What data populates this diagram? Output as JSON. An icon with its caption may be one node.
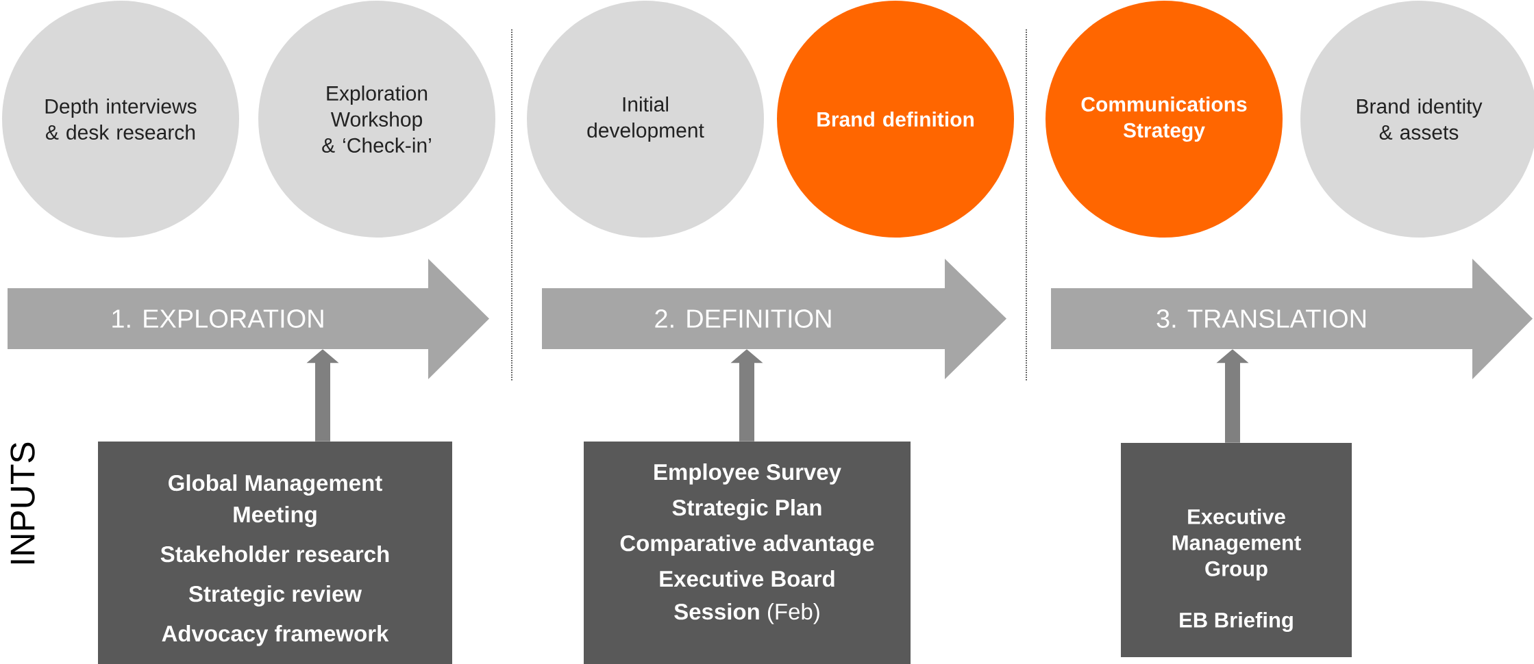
{
  "diagram": {
    "nodes": [
      {
        "text": [
          "Depth interviews & desk research"
        ]
      },
      {
        "text": [
          "Exploration Workshop & ‘Check-in’"
        ]
      },
      {
        "text": [
          "Initial development"
        ]
      },
      {
        "text": [
          "Brand definition"
        ]
      },
      {
        "text": [
          "Communications Strategy"
        ]
      },
      {
        "text": [
          "Brand identity & assets"
        ]
      },
      {
        "text": [
          "1. EXPLORATION"
        ]
      },
      {
        "text": [
          "2. DEFINITION"
        ]
      },
      {
        "text": [
          "3. TRANSLATION"
        ]
      },
      {
        "text": [
          "Global Management Meeting",
          "Stakeholder research",
          "Strategic review",
          "Advocacy framework"
        ]
      },
      {
        "text": [
          "Employee Survey",
          "Strategic Plan",
          "Comparative advantage",
          "**Executive Board Session** (Feb)"
        ]
      },
      {
        "text": [
          "Executive Management Group",
          "EB Briefing"
        ]
      }
    ],
    "edges": [
      {
        "from": 9,
        "to": 6,
        "arrow": "to"
      },
      {
        "from": 10,
        "to": 7,
        "arrow": "to"
      },
      {
        "from": 11,
        "to": 8,
        "arrow": "to"
      }
    ],
    "labels": [
      "INPUTS"
    ]
  }
}
